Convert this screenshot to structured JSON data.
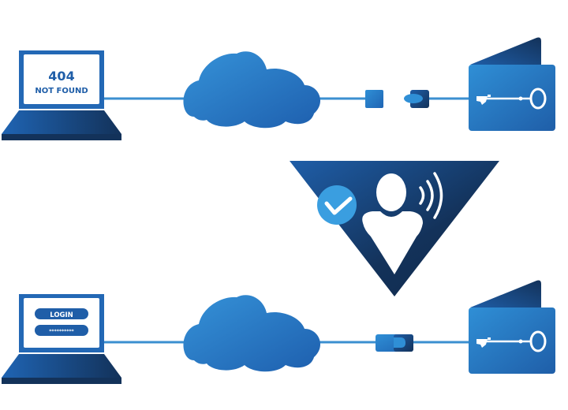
{
  "diagram": {
    "title": "Connection vs. authenticated connection",
    "colors": {
      "light_blue": "#2f8fd6",
      "mid_blue": "#1f64b3",
      "dark_blue": "#13325a",
      "check_blue": "#3a9ee0",
      "line_blue": "#3b8fd0"
    },
    "top_row": {
      "laptop": {
        "screen_code": "404",
        "screen_message": "NOT FOUND",
        "icon": "laptop-icon"
      },
      "cloud": {
        "icon": "cloud-icon"
      },
      "connector": {
        "state": "disconnected",
        "icon": "plug-disconnected-icon"
      },
      "vault": {
        "icon": "key-wallet-icon"
      }
    },
    "middle": {
      "badge": {
        "icon": "user-voice-verified-icon",
        "check": "checkmark-icon",
        "waves": "sound-waves-icon"
      }
    },
    "bottom_row": {
      "laptop": {
        "login_label": "LOGIN",
        "password_mask": "**********",
        "icon": "laptop-icon"
      },
      "cloud": {
        "icon": "cloud-icon"
      },
      "connector": {
        "state": "connected",
        "icon": "plug-connected-icon"
      },
      "vault": {
        "icon": "key-wallet-icon"
      }
    }
  }
}
